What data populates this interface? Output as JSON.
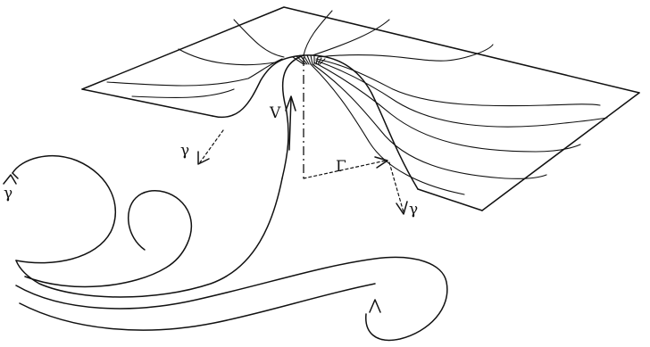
{
  "labels": {
    "velocity": "V",
    "circulation": "Γ",
    "gamma_right": "γ",
    "gamma_left": "γ",
    "gamma_far_left": "γ"
  },
  "colors": {
    "ink": "#111111",
    "background": "#ffffff"
  }
}
